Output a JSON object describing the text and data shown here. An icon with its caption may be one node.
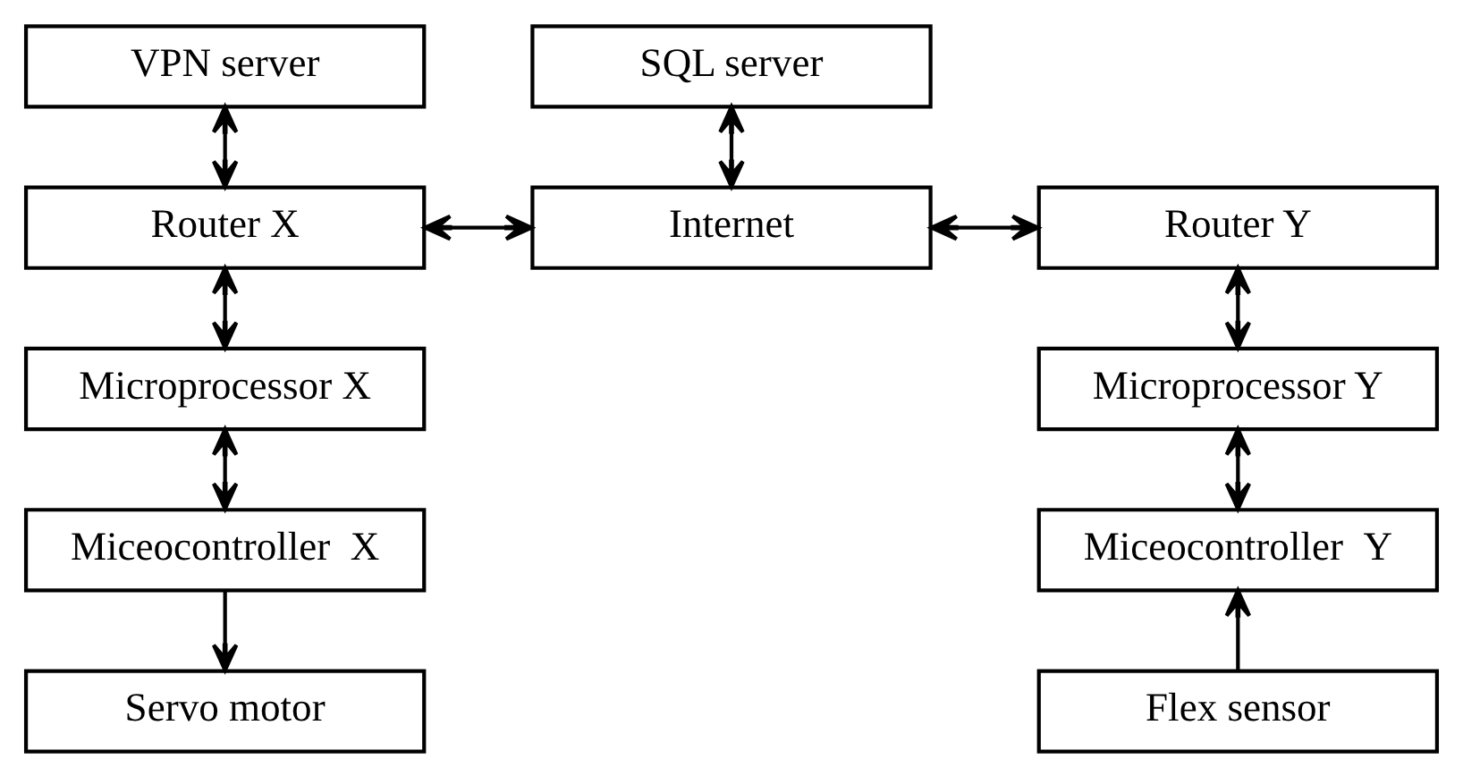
{
  "diagram": {
    "nodes": [
      {
        "text": [
          "VPN server"
        ]
      },
      {
        "text": [
          "SQL server"
        ]
      },
      {
        "text": [
          "Router X"
        ]
      },
      {
        "text": [
          "Internet"
        ]
      },
      {
        "text": [
          "Router Y"
        ]
      },
      {
        "text": [
          "Microprocessor X"
        ]
      },
      {
        "text": [
          "Microprocessor Y"
        ]
      },
      {
        "text": [
          "Miceocontroller  X"
        ]
      },
      {
        "text": [
          "Miceocontroller  Y"
        ]
      },
      {
        "text": [
          "Servo motor"
        ]
      },
      {
        "text": [
          "Flex sensor"
        ]
      }
    ],
    "edges": [
      {
        "from": 0,
        "to": 2,
        "arrow": "both"
      },
      {
        "from": 1,
        "to": 3,
        "arrow": "both"
      },
      {
        "from": 2,
        "to": 3,
        "arrow": "both"
      },
      {
        "from": 3,
        "to": 4,
        "arrow": "both"
      },
      {
        "from": 2,
        "to": 5,
        "arrow": "both"
      },
      {
        "from": 4,
        "to": 6,
        "arrow": "both"
      },
      {
        "from": 5,
        "to": 7,
        "arrow": "both"
      },
      {
        "from": 6,
        "to": 8,
        "arrow": "both"
      },
      {
        "from": 7,
        "to": 9,
        "arrow": "to"
      },
      {
        "from": 10,
        "to": 8,
        "arrow": "to"
      }
    ]
  }
}
